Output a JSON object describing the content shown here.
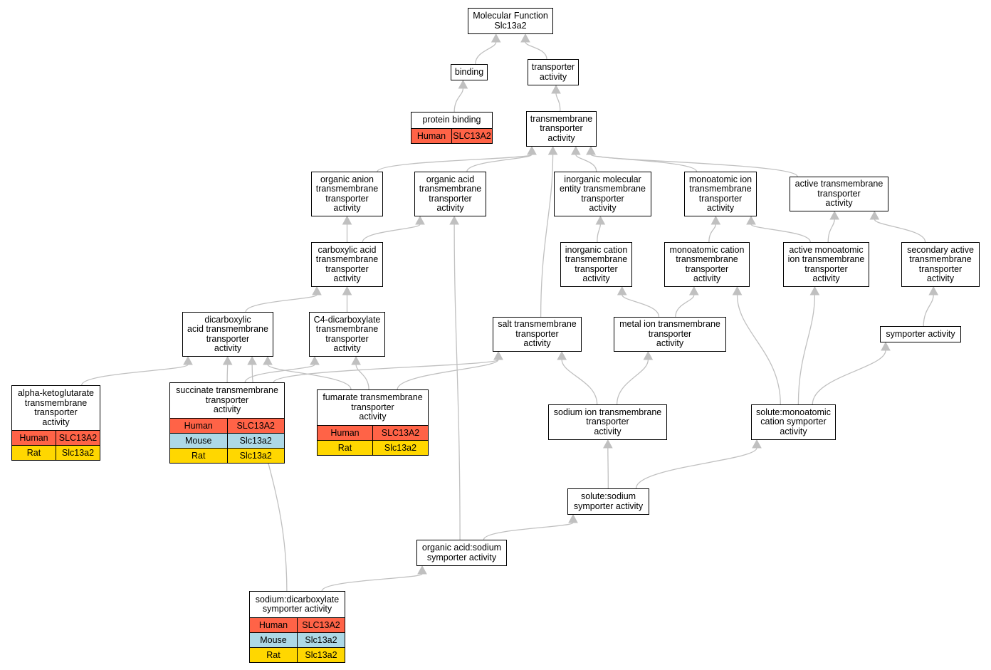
{
  "colors": {
    "edge": "#c0c0c0",
    "human": "#ff6347",
    "mouse": "#add8e6",
    "rat": "#ffd700"
  },
  "nodes": [
    {
      "id": "mf",
      "label": "Molecular Function\nSlc13a2"
    },
    {
      "id": "binding",
      "label": "binding"
    },
    {
      "id": "transporter",
      "label": "transporter\nactivity"
    },
    {
      "id": "protbind",
      "label": "protein binding",
      "rows": [
        {
          "species": "Human",
          "gene": "SLC13A2"
        }
      ]
    },
    {
      "id": "tmt",
      "label": "transmembrane\ntransporter\nactivity"
    },
    {
      "id": "orgAnion",
      "label": "organic anion\ntransmembrane\ntransporter\nactivity"
    },
    {
      "id": "orgAcid",
      "label": "organic acid\ntransmembrane\ntransporter\nactivity"
    },
    {
      "id": "inorgMol",
      "label": "inorganic molecular\nentity transmembrane\ntransporter\nactivity"
    },
    {
      "id": "monoIon",
      "label": "monoatomic ion\ntransmembrane\ntransporter\nactivity"
    },
    {
      "id": "activeTmt",
      "label": "active transmembrane\ntransporter\nactivity"
    },
    {
      "id": "carbox",
      "label": "carboxylic acid\ntransmembrane\ntransporter\nactivity"
    },
    {
      "id": "inorgCation",
      "label": "inorganic cation\ntransmembrane\ntransporter\nactivity"
    },
    {
      "id": "monoCation",
      "label": "monoatomic cation\ntransmembrane\ntransporter\nactivity"
    },
    {
      "id": "activeMonoIon",
      "label": "active monoatomic\nion transmembrane\ntransporter\nactivity"
    },
    {
      "id": "secActive",
      "label": "secondary active\ntransmembrane\ntransporter\nactivity"
    },
    {
      "id": "dicarb",
      "label": "dicarboxylic\nacid transmembrane\ntransporter\nactivity"
    },
    {
      "id": "c4dicarb",
      "label": "C4-dicarboxylate\ntransmembrane\ntransporter\nactivity"
    },
    {
      "id": "salt",
      "label": "salt transmembrane\ntransporter\nactivity"
    },
    {
      "id": "metalIon",
      "label": "metal ion transmembrane\ntransporter\nactivity"
    },
    {
      "id": "symporter",
      "label": "symporter activity"
    },
    {
      "id": "akg",
      "label": "alpha-ketoglutarate\ntransmembrane\ntransporter\nactivity",
      "rows": [
        {
          "species": "Human",
          "gene": "SLC13A2"
        },
        {
          "species": "Rat",
          "gene": "Slc13a2"
        }
      ]
    },
    {
      "id": "succ",
      "label": "succinate transmembrane\ntransporter\nactivity",
      "rows": [
        {
          "species": "Human",
          "gene": "SLC13A2"
        },
        {
          "species": "Mouse",
          "gene": "Slc13a2"
        },
        {
          "species": "Rat",
          "gene": "Slc13a2"
        }
      ]
    },
    {
      "id": "fum",
      "label": "fumarate transmembrane\ntransporter\nactivity",
      "rows": [
        {
          "species": "Human",
          "gene": "SLC13A2"
        },
        {
          "species": "Rat",
          "gene": "Slc13a2"
        }
      ]
    },
    {
      "id": "sodiumIon",
      "label": "sodium ion transmembrane\ntransporter\nactivity"
    },
    {
      "id": "soluteMono",
      "label": "solute:monoatomic\ncation symporter\nactivity"
    },
    {
      "id": "soluteSodium",
      "label": "solute:sodium\nsymporter activity"
    },
    {
      "id": "orgAcidSodium",
      "label": "organic acid:sodium\nsymporter activity"
    },
    {
      "id": "sodiumDicarb",
      "label": "sodium:dicarboxylate\nsymporter activity",
      "rows": [
        {
          "species": "Human",
          "gene": "SLC13A2"
        },
        {
          "species": "Mouse",
          "gene": "Slc13a2"
        },
        {
          "species": "Rat",
          "gene": "Slc13a2"
        }
      ]
    }
  ],
  "edges": [
    {
      "from": "binding",
      "to": "mf"
    },
    {
      "from": "transporter",
      "to": "mf"
    },
    {
      "from": "protbind",
      "to": "binding"
    },
    {
      "from": "tmt",
      "to": "transporter"
    },
    {
      "from": "orgAnion",
      "to": "tmt"
    },
    {
      "from": "orgAcid",
      "to": "tmt"
    },
    {
      "from": "inorgMol",
      "to": "tmt"
    },
    {
      "from": "monoIon",
      "to": "tmt"
    },
    {
      "from": "activeTmt",
      "to": "tmt"
    },
    {
      "from": "salt",
      "to": "tmt"
    },
    {
      "from": "carbox",
      "to": "orgAnion"
    },
    {
      "from": "carbox",
      "to": "orgAcid"
    },
    {
      "from": "orgAcidSodium",
      "to": "orgAcid"
    },
    {
      "from": "inorgCation",
      "to": "inorgMol"
    },
    {
      "from": "monoCation",
      "to": "monoIon"
    },
    {
      "from": "activeMonoIon",
      "to": "monoIon"
    },
    {
      "from": "activeMonoIon",
      "to": "activeTmt"
    },
    {
      "from": "secActive",
      "to": "activeTmt"
    },
    {
      "from": "dicarb",
      "to": "carbox"
    },
    {
      "from": "c4dicarb",
      "to": "carbox"
    },
    {
      "from": "metalIon",
      "to": "inorgCation"
    },
    {
      "from": "metalIon",
      "to": "monoCation"
    },
    {
      "from": "soluteMono",
      "to": "monoCation"
    },
    {
      "from": "soluteMono",
      "to": "activeMonoIon"
    },
    {
      "from": "symporter",
      "to": "secActive"
    },
    {
      "from": "soluteMono",
      "to": "symporter"
    },
    {
      "from": "akg",
      "to": "dicarb"
    },
    {
      "from": "succ",
      "to": "dicarb"
    },
    {
      "from": "fum",
      "to": "dicarb"
    },
    {
      "from": "sodiumDicarb",
      "to": "dicarb"
    },
    {
      "from": "succ",
      "to": "c4dicarb"
    },
    {
      "from": "fum",
      "to": "c4dicarb"
    },
    {
      "from": "succ",
      "to": "salt"
    },
    {
      "from": "fum",
      "to": "salt"
    },
    {
      "from": "sodiumIon",
      "to": "salt"
    },
    {
      "from": "sodiumIon",
      "to": "metalIon"
    },
    {
      "from": "soluteSodium",
      "to": "sodiumIon"
    },
    {
      "from": "soluteSodium",
      "to": "soluteMono"
    },
    {
      "from": "orgAcidSodium",
      "to": "soluteSodium"
    },
    {
      "from": "sodiumDicarb",
      "to": "orgAcidSodium"
    }
  ]
}
